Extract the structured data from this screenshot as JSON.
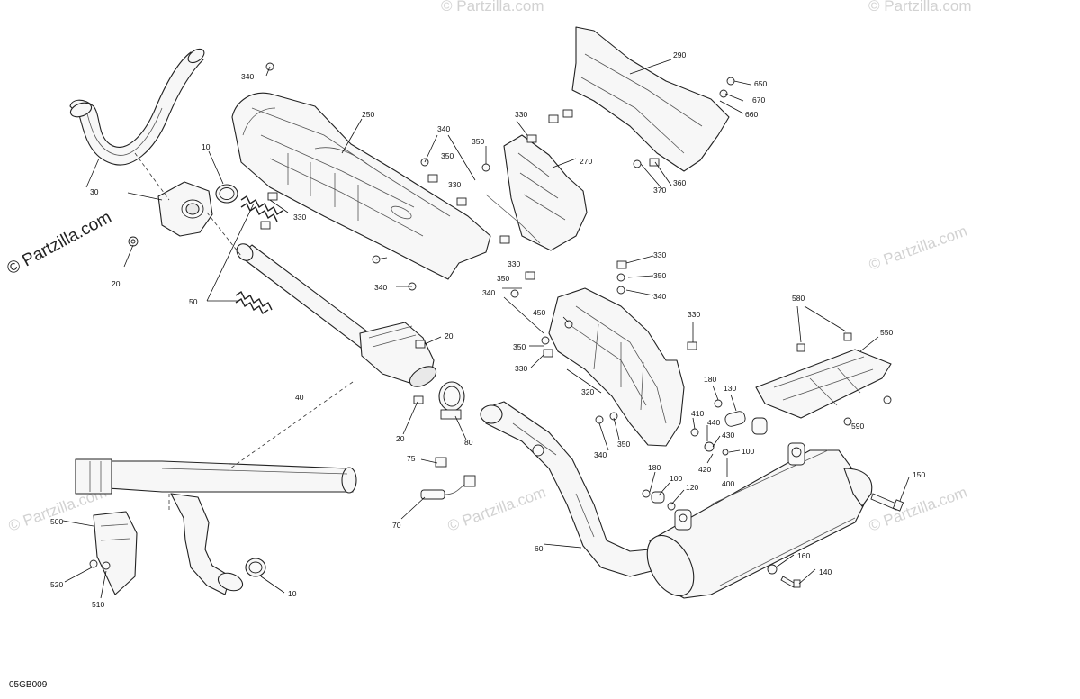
{
  "diagram_code": "05GB009",
  "watermarks": {
    "primary": "© Partzilla.com",
    "faint": "© Partzilla.com"
  },
  "callouts": {
    "c340a": "340",
    "c250": "250",
    "c10a": "10",
    "c30": "30",
    "c20a": "20",
    "c330a": "330",
    "c50": "50",
    "c340b": "340",
    "c350a": "350",
    "c340c": "340",
    "c350b": "350",
    "c330b": "330",
    "c330c": "330",
    "c270": "270",
    "c290": "290",
    "c650": "650",
    "c670": "670",
    "c660": "660",
    "c370": "370",
    "c360": "360",
    "c330d": "330",
    "c340d": "340",
    "c350c": "350",
    "c330e": "330",
    "c350d": "350",
    "c340e": "340",
    "c450": "450",
    "c350e": "350",
    "c330f": "330",
    "c330g": "330",
    "c20b": "20",
    "c20c": "20",
    "c80": "80",
    "c320": "320",
    "c580": "580",
    "c550": "550",
    "c180a": "180",
    "c130": "130",
    "c410": "410",
    "c440": "440",
    "c430": "430",
    "c100a": "100",
    "c350f": "350",
    "c340f": "340",
    "c420": "420",
    "c400": "400",
    "c590": "590",
    "c40": "40",
    "c75": "75",
    "c70": "70",
    "c180b": "180",
    "c100b": "100",
    "c120": "120",
    "c150": "150",
    "c60": "60",
    "c160": "160",
    "c140": "140",
    "c500": "500",
    "c520": "520",
    "c510": "510",
    "c10b": "10"
  }
}
